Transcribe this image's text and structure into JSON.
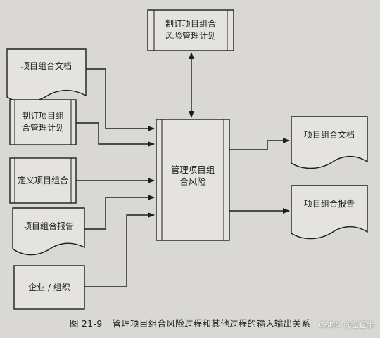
{
  "diagram": {
    "top_process": "制订项目组合\n风险管理计划",
    "main_process": "管理项目组\n合风险",
    "inputs": [
      "项目组合文档",
      "制订项目组\n合管理计划",
      "定义项目组合",
      "项目组合报告",
      "企业 / 组织"
    ],
    "outputs": [
      "项目组合文档",
      "项目组合报告"
    ]
  },
  "caption": {
    "figure_number": "图 21-9",
    "text": "管理项目组合风险过程和其他过程的输入输出关系"
  },
  "watermark": "CSDN @左直拳"
}
